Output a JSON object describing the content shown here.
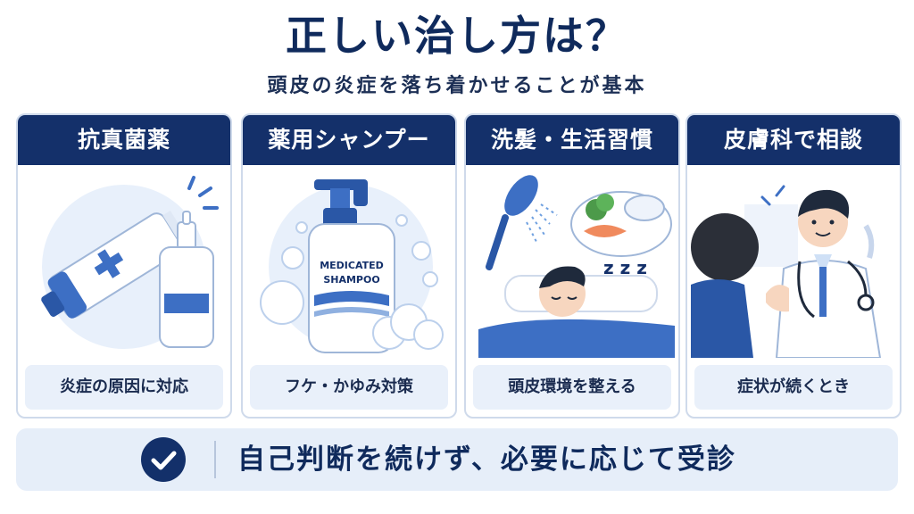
{
  "header": {
    "title": "正しい治し方は？",
    "subtitle": "頭皮の炎症を落ち着かせることが基本"
  },
  "cards": [
    {
      "heading": "抗真菌薬",
      "caption": "炎症の原因に対応"
    },
    {
      "heading": "薬用シャンプー",
      "caption": "フケ・かゆみ対策",
      "bottle_label_1": "MEDICATED",
      "bottle_label_2": "SHAMPOO"
    },
    {
      "heading": "洗髪・生活習慣",
      "caption": "頭皮環境を整える",
      "sleep_text": "z z z"
    },
    {
      "heading": "皮膚科で相談",
      "caption": "症状が続くとき"
    }
  ],
  "footer": {
    "message": "自己判断を続けず、必要に応じて受診"
  },
  "colors": {
    "navy": "#14306a",
    "light_blue": "#e6eef9",
    "accent_blue": "#3d6fc4"
  }
}
